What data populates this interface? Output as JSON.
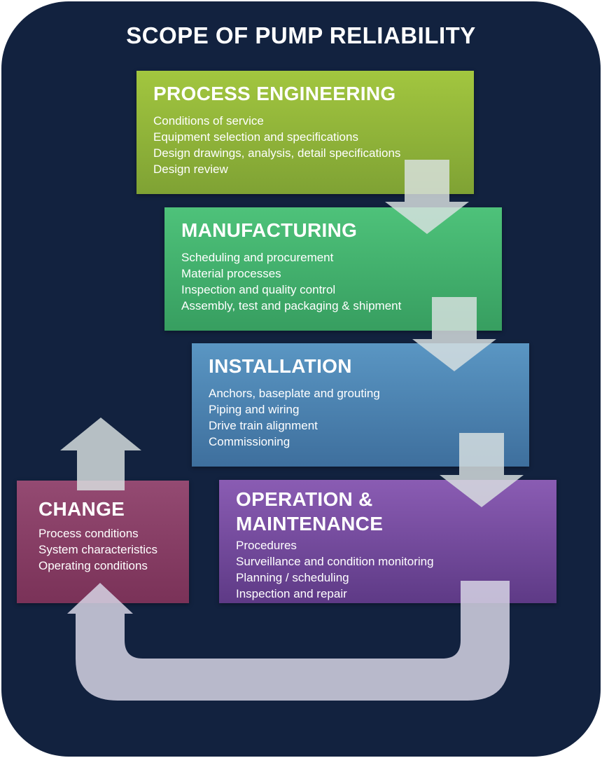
{
  "title": "SCOPE OF PUMP RELIABILITY",
  "stages": {
    "process_engineering": {
      "heading": "PROCESS ENGINEERING",
      "items": [
        "Conditions of service",
        "Equipment selection and specifications",
        "Design drawings, analysis, detail specifications",
        "Design review"
      ]
    },
    "manufacturing": {
      "heading": "MANUFACTURING",
      "items": [
        "Scheduling and procurement",
        "Material processes",
        "Inspection and quality control",
        "Assembly, test and packaging & shipment"
      ]
    },
    "installation": {
      "heading": "INSTALLATION",
      "items": [
        "Anchors, baseplate and grouting",
        "Piping and wiring",
        "Drive train alignment",
        "Commissioning"
      ]
    },
    "operation_maintenance": {
      "heading_line1": "OPERATION &",
      "heading_line2": "MAINTENANCE",
      "items": [
        "Procedures",
        "Surveillance and condition monitoring",
        "Planning / scheduling",
        "Inspection and repair"
      ]
    },
    "change": {
      "heading": "CHANGE",
      "items": [
        "Process conditions",
        "System characteristics",
        "Operating conditions"
      ]
    }
  },
  "colors": {
    "background": "#12223f",
    "process_engineering": "#8fb13a",
    "manufacturing": "#45b06d",
    "installation": "#4a7fae",
    "operation_maintenance": "#6f4a9c",
    "change": "#874066",
    "arrow": "#d4dcdc"
  }
}
